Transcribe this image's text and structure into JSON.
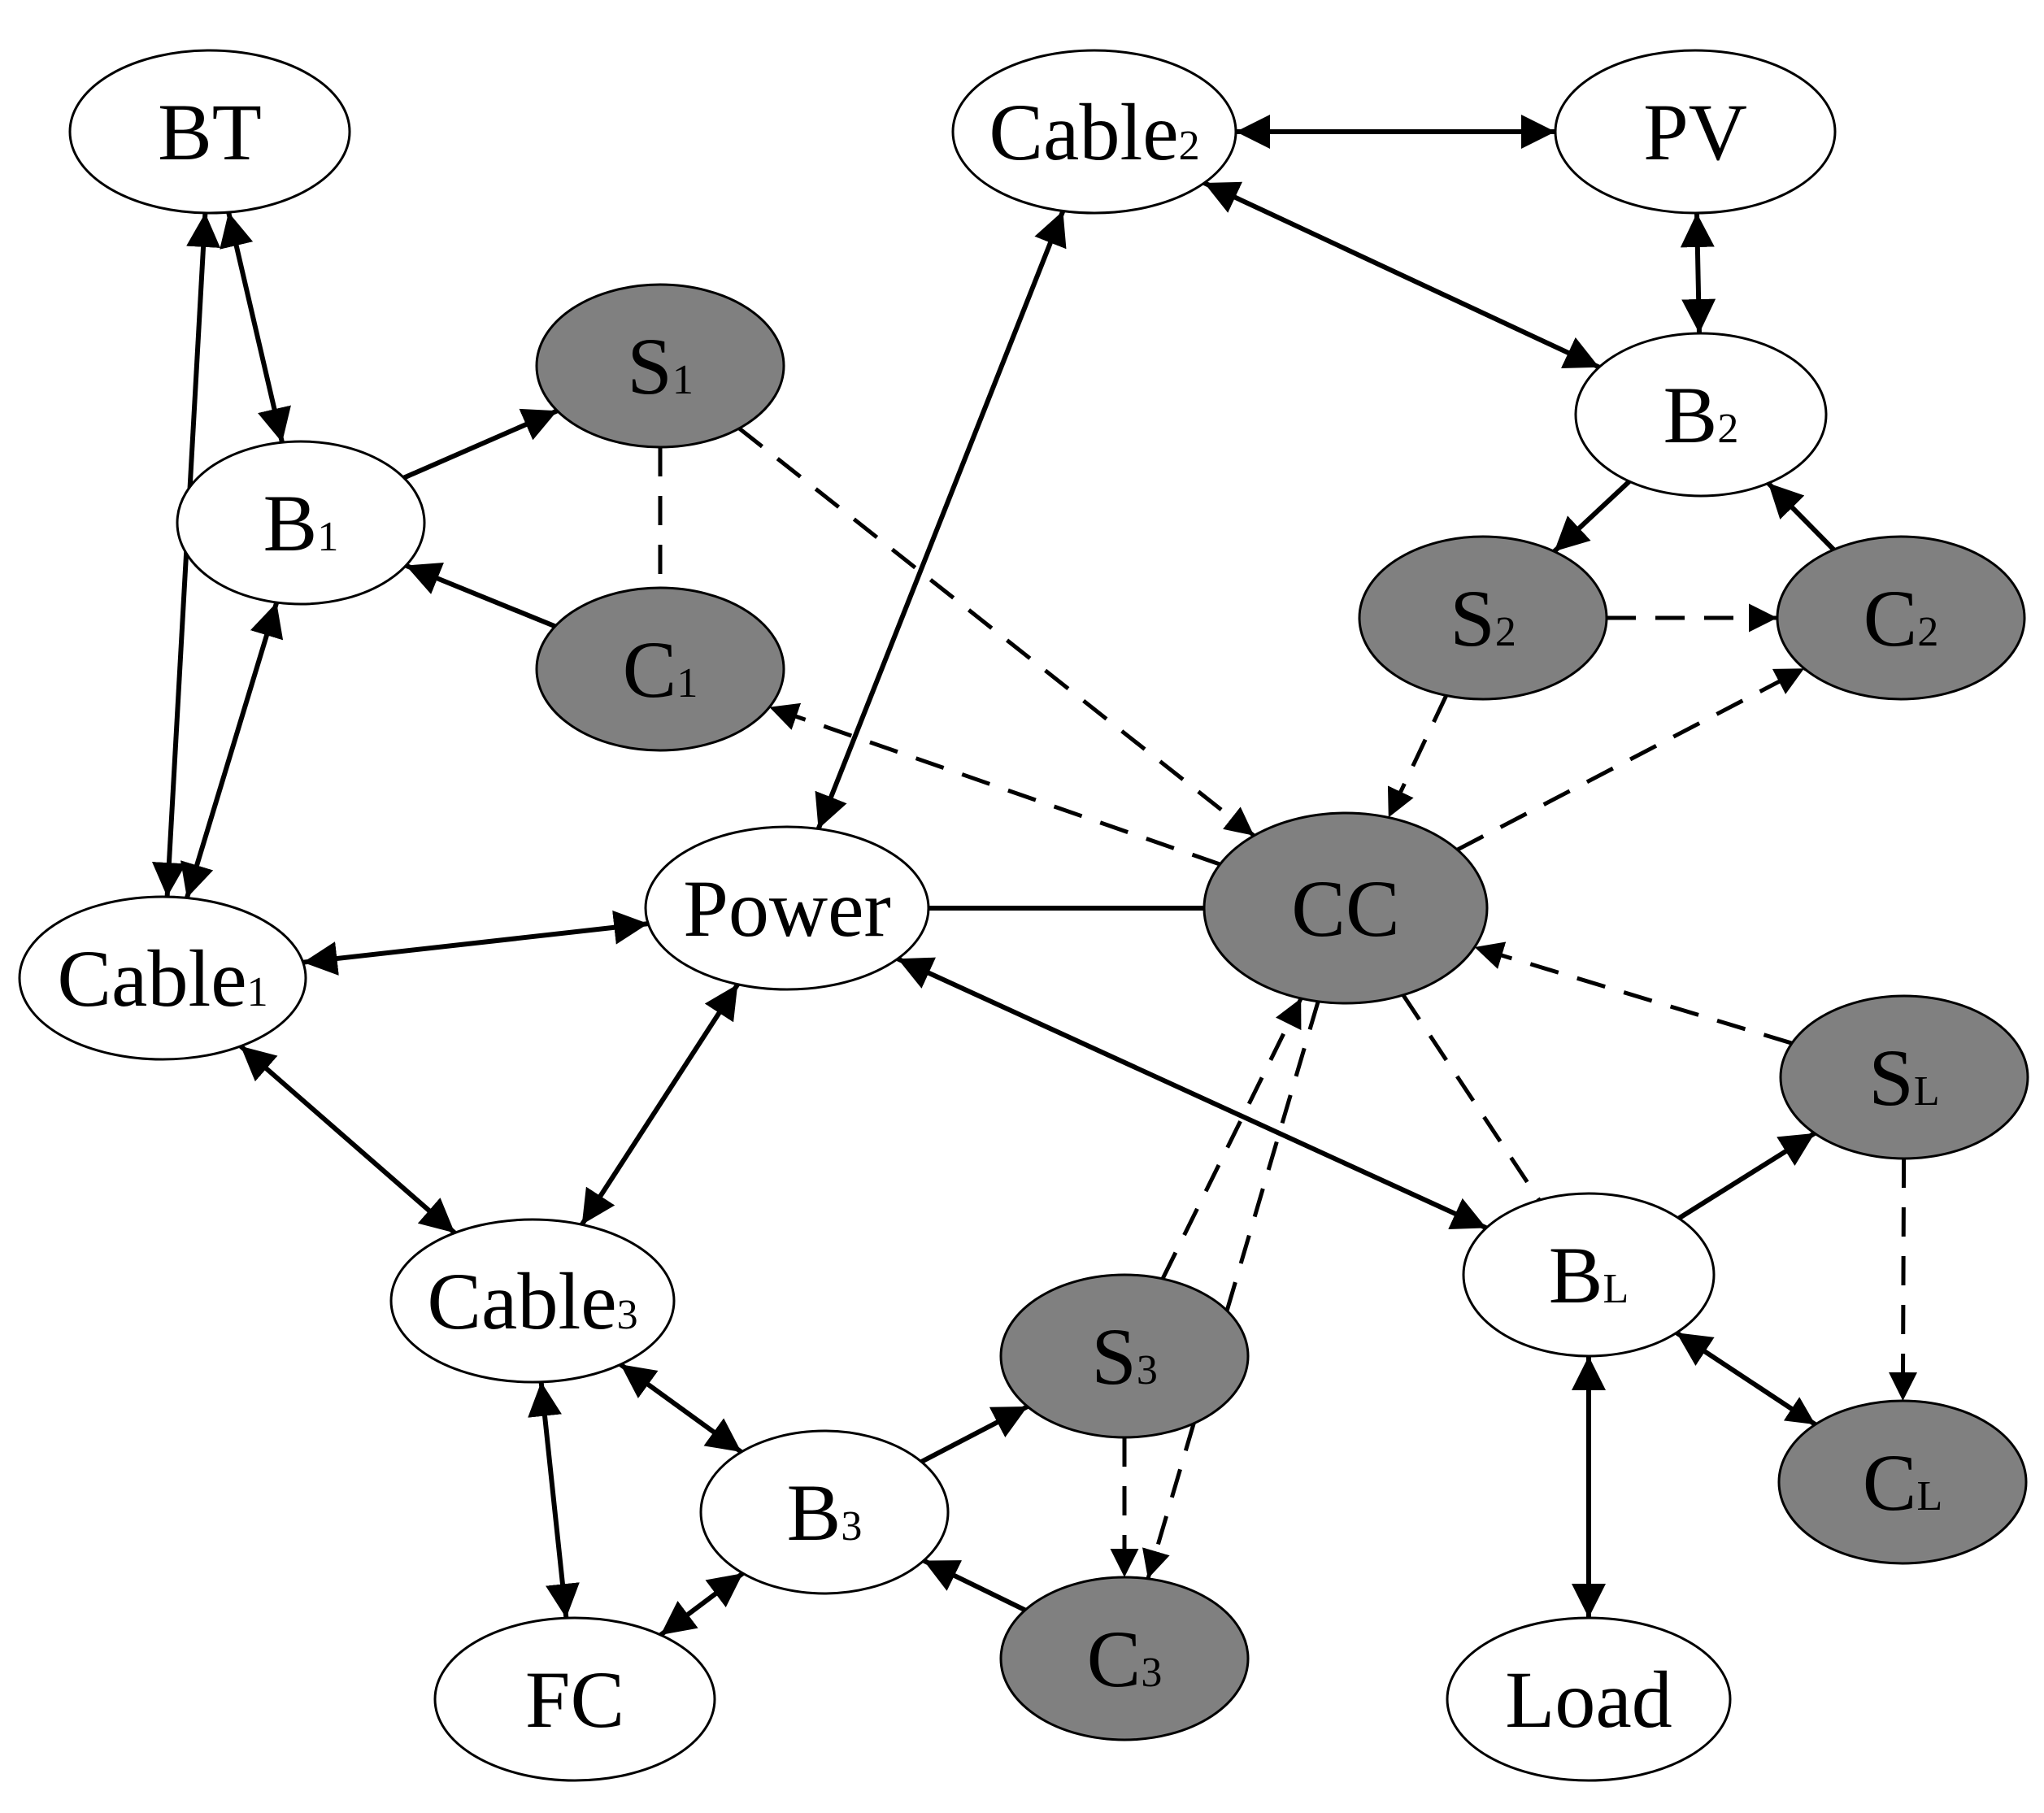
{
  "colors": {
    "line": "#000000",
    "white_fill": "#ffffff",
    "gray_fill": "#808080",
    "background": "#ffffff"
  },
  "nodes": [
    {
      "id": "BT",
      "label": "BT",
      "sub": "",
      "fill": "white"
    },
    {
      "id": "B1",
      "label": "B",
      "sub": "1",
      "fill": "white"
    },
    {
      "id": "S1",
      "label": "S",
      "sub": "1",
      "fill": "gray"
    },
    {
      "id": "C1",
      "label": "C",
      "sub": "1",
      "fill": "gray"
    },
    {
      "id": "Cable1",
      "label": "Cable",
      "sub": "1",
      "fill": "white"
    },
    {
      "id": "Power",
      "label": "Power",
      "sub": "",
      "fill": "white"
    },
    {
      "id": "Cable2",
      "label": "Cable",
      "sub": "2",
      "fill": "white"
    },
    {
      "id": "PV",
      "label": "PV",
      "sub": "",
      "fill": "white"
    },
    {
      "id": "B2",
      "label": "B",
      "sub": "2",
      "fill": "white"
    },
    {
      "id": "S2",
      "label": "S",
      "sub": "2",
      "fill": "gray"
    },
    {
      "id": "C2",
      "label": "C",
      "sub": "2",
      "fill": "gray"
    },
    {
      "id": "CC",
      "label": "CC",
      "sub": "",
      "fill": "gray"
    },
    {
      "id": "SL",
      "label": "S",
      "sub": "L",
      "fill": "gray"
    },
    {
      "id": "BL",
      "label": "B",
      "sub": "L",
      "fill": "white"
    },
    {
      "id": "CL",
      "label": "C",
      "sub": "L",
      "fill": "gray"
    },
    {
      "id": "Load",
      "label": "Load",
      "sub": "",
      "fill": "white"
    },
    {
      "id": "Cable3",
      "label": "Cable",
      "sub": "3",
      "fill": "white"
    },
    {
      "id": "B3",
      "label": "B",
      "sub": "3",
      "fill": "white"
    },
    {
      "id": "S3",
      "label": "S",
      "sub": "3",
      "fill": "gray"
    },
    {
      "id": "C3",
      "label": "C",
      "sub": "3",
      "fill": "gray"
    },
    {
      "id": "FC",
      "label": "FC",
      "sub": "",
      "fill": "white"
    }
  ],
  "edges": [
    {
      "from": "BT",
      "to": "Cable1",
      "style": "solid",
      "arrows": "both"
    },
    {
      "from": "BT",
      "to": "B1",
      "style": "solid",
      "arrows": "both"
    },
    {
      "from": "B1",
      "to": "S1",
      "style": "solid",
      "arrows": "end"
    },
    {
      "from": "C1",
      "to": "B1",
      "style": "solid",
      "arrows": "end"
    },
    {
      "from": "S1",
      "to": "C1",
      "style": "dashed",
      "arrows": "none"
    },
    {
      "from": "B1",
      "to": "Cable1",
      "style": "solid",
      "arrows": "both"
    },
    {
      "from": "Cable1",
      "to": "Power",
      "style": "solid",
      "arrows": "both"
    },
    {
      "from": "Power",
      "to": "Cable2",
      "style": "solid",
      "arrows": "both"
    },
    {
      "from": "Cable2",
      "to": "PV",
      "style": "solid",
      "arrows": "both"
    },
    {
      "from": "Cable2",
      "to": "B2",
      "style": "solid",
      "arrows": "both"
    },
    {
      "from": "PV",
      "to": "B2",
      "style": "solid",
      "arrows": "both"
    },
    {
      "from": "B2",
      "to": "S2",
      "style": "solid",
      "arrows": "end"
    },
    {
      "from": "C2",
      "to": "B2",
      "style": "solid",
      "arrows": "end"
    },
    {
      "from": "S2",
      "to": "C2",
      "style": "dashed",
      "arrows": "end"
    },
    {
      "from": "S1",
      "to": "CC",
      "style": "dashed",
      "arrows": "end"
    },
    {
      "from": "CC",
      "to": "C1",
      "style": "dashed",
      "arrows": "end"
    },
    {
      "from": "S2",
      "to": "CC",
      "style": "dashed",
      "arrows": "end"
    },
    {
      "from": "CC",
      "to": "C2",
      "style": "dashed",
      "arrows": "end"
    },
    {
      "from": "Power",
      "to": "CC",
      "style": "solid",
      "arrows": "none"
    },
    {
      "from": "SL",
      "to": "CC",
      "style": "dashed",
      "arrows": "end"
    },
    {
      "from": "CC",
      "to": "BL",
      "style": "dashed",
      "arrows": "none"
    },
    {
      "from": "S3",
      "to": "CC",
      "style": "dashed",
      "arrows": "end"
    },
    {
      "from": "CC",
      "to": "C3",
      "style": "dashed",
      "arrows": "end"
    },
    {
      "from": "Power",
      "to": "BL",
      "style": "solid",
      "arrows": "both"
    },
    {
      "from": "BL",
      "to": "SL",
      "style": "solid",
      "arrows": "end"
    },
    {
      "from": "CL",
      "to": "BL",
      "style": "solid",
      "arrows": "end"
    },
    {
      "from": "SL",
      "to": "CL",
      "style": "dashed",
      "arrows": "end"
    },
    {
      "from": "BL",
      "to": "CL",
      "style": "dashed",
      "arrows": "end"
    },
    {
      "from": "BL",
      "to": "Load",
      "style": "solid",
      "arrows": "both"
    },
    {
      "from": "Cable1",
      "to": "Cable3",
      "style": "solid",
      "arrows": "both"
    },
    {
      "from": "Power",
      "to": "Cable3",
      "style": "solid",
      "arrows": "both"
    },
    {
      "from": "Cable3",
      "to": "B3",
      "style": "solid",
      "arrows": "both"
    },
    {
      "from": "Cable3",
      "to": "FC",
      "style": "solid",
      "arrows": "both"
    },
    {
      "from": "B3",
      "to": "FC",
      "style": "solid",
      "arrows": "both"
    },
    {
      "from": "B3",
      "to": "S3",
      "style": "solid",
      "arrows": "end"
    },
    {
      "from": "C3",
      "to": "B3",
      "style": "solid",
      "arrows": "end"
    },
    {
      "from": "S3",
      "to": "C3",
      "style": "dashed",
      "arrows": "end"
    }
  ]
}
